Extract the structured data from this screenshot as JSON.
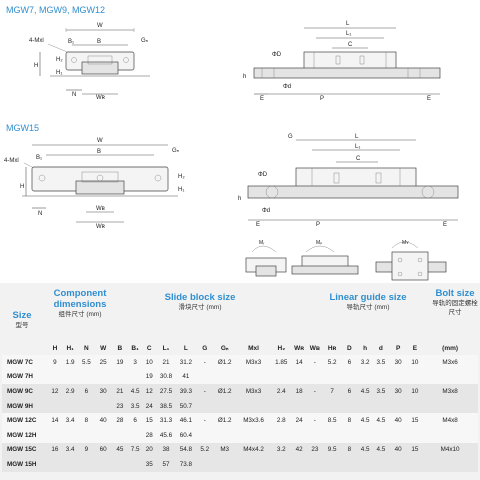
{
  "section_titles": {
    "small": "MGW7, MGW9, MGW12",
    "large": "MGW15"
  },
  "diagram_labels": {
    "top": {
      "hole": "4-Mxl",
      "B1": "B₁",
      "W": "W",
      "B": "B",
      "G": "Gₙ",
      "H": "H",
      "H2": "H₂",
      "H1": "H₁",
      "N": "N",
      "WR": "Wʀ",
      "L": "L",
      "L1": "L₁",
      "C": "C",
      "D": "ΦD",
      "h": "h",
      "d": "Φd",
      "E": "E",
      "P": "P",
      "E2": "E"
    },
    "mid": {
      "hole": "4-Mxl",
      "B1": "B₁",
      "W": "W",
      "B": "B",
      "G": "Gₙ",
      "H": "H",
      "H2": "H₂",
      "H1": "H₁",
      "N": "N",
      "WB": "Wʙ",
      "WR": "Wʀ",
      "L": "L",
      "L1": "L₁",
      "C": "C",
      "G2": "G",
      "D": "ΦD",
      "h": "h",
      "d": "Φd",
      "E": "E",
      "P": "P",
      "E2": "E"
    },
    "moments": [
      "Mᵣ",
      "Mₚ",
      "Mʏ"
    ]
  },
  "table": {
    "group_headers": {
      "size": {
        "en": "Size",
        "cn": "型号"
      },
      "component": {
        "en": "Component dimensions",
        "cn": "组件尺寸 (mm)"
      },
      "slide": {
        "en": "Slide block size",
        "cn": "滑块尺寸 (mm)"
      },
      "rail": {
        "en": "Linear guide size",
        "cn": "导轨尺寸 (mm)"
      },
      "bolt": {
        "en": "Bolt size",
        "cn": "导轨的固定螺栓尺寸"
      }
    },
    "columns": [
      "",
      "H",
      "H₁",
      "N",
      "W",
      "B",
      "B₁",
      "C",
      "L₁",
      "L",
      "G",
      "Gₙ",
      "Mxl",
      "H₂",
      "Wʀ",
      "Wʙ",
      "Hʀ",
      "D",
      "h",
      "d",
      "P",
      "E",
      "(mm)"
    ],
    "rows": [
      [
        "MGW 7C",
        "9",
        "1.9",
        "5.5",
        "25",
        "19",
        "3",
        "10",
        "21",
        "31.2",
        "-",
        "Ø1.2",
        "M3x3",
        "1.85",
        "14",
        "-",
        "5.2",
        "6",
        "3.2",
        "3.5",
        "30",
        "10",
        "M3x6"
      ],
      [
        "MGW 7H",
        "",
        "",
        "",
        "",
        "",
        "",
        "19",
        "30.8",
        "41",
        "",
        "",
        "",
        "",
        "",
        "",
        "",
        "",
        "",
        "",
        "",
        "",
        ""
      ],
      [
        "MGW 9C",
        "12",
        "2.9",
        "6",
        "30",
        "21",
        "4.5",
        "12",
        "27.5",
        "39.3",
        "-",
        "Ø1.2",
        "M3x3",
        "2.4",
        "18",
        "-",
        "7",
        "6",
        "4.5",
        "3.5",
        "30",
        "10",
        "M3x8"
      ],
      [
        "MGW 9H",
        "",
        "",
        "",
        "",
        "23",
        "3.5",
        "24",
        "38.5",
        "50.7",
        "",
        "",
        "",
        "",
        "",
        "",
        "",
        "",
        "",
        "",
        "",
        "",
        ""
      ],
      [
        "MGW 12C",
        "14",
        "3.4",
        "8",
        "40",
        "28",
        "6",
        "15",
        "31.3",
        "46.1",
        "-",
        "Ø1.2",
        "M3x3.6",
        "2.8",
        "24",
        "-",
        "8.5",
        "8",
        "4.5",
        "4.5",
        "40",
        "15",
        "M4x8"
      ],
      [
        "MGW 12H",
        "",
        "",
        "",
        "",
        "",
        "",
        "28",
        "45.6",
        "60.4",
        "",
        "",
        "",
        "",
        "",
        "",
        "",
        "",
        "",
        "",
        "",
        "",
        ""
      ],
      [
        "MGW 15C",
        "16",
        "3.4",
        "9",
        "60",
        "45",
        "7.5",
        "20",
        "38",
        "54.8",
        "5.2",
        "M3",
        "M4x4.2",
        "3.2",
        "42",
        "23",
        "9.5",
        "8",
        "4.5",
        "4.5",
        "40",
        "15",
        "M4x10"
      ],
      [
        "MGW 15H",
        "",
        "",
        "",
        "",
        "",
        "",
        "35",
        "57",
        "73.8",
        "",
        "",
        "",
        "",
        "",
        "",
        "",
        "",
        "",
        "",
        "",
        "",
        ""
      ]
    ]
  }
}
